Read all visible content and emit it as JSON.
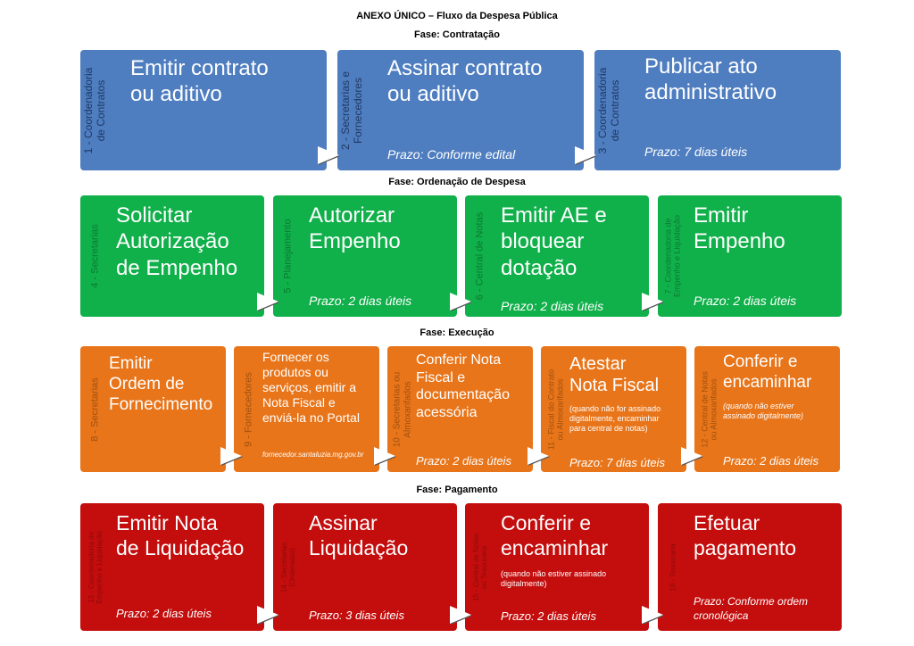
{
  "title": "ANEXO ÚNICO – Fluxo da Despesa Pública",
  "phases": {
    "contratacao": "Fase: Contratação",
    "ordenacao": "Fase: Ordenação de Despesa",
    "execucao": "Fase: Execução",
    "pagamento": "Fase: Pagamento"
  },
  "colors": {
    "contratacao": "#4f7ec0",
    "ordenacao": "#10b04a",
    "execucao": "#e8751a",
    "pagamento": "#c40d0d"
  },
  "steps": {
    "s1": {
      "actor": "1 - Coordenadoria\nde Contratos",
      "text": "Emitir contrato\nou aditivo",
      "prazo": ""
    },
    "s2": {
      "actor": "2 - Secretarias e\nFornecedores",
      "text": "Assinar contrato\nou aditivo",
      "prazo": "Prazo: Conforme edital"
    },
    "s3": {
      "actor": "3 - Coordenadoria\nde Contratos",
      "text": "Publicar ato\nadministrativo",
      "prazo": "Prazo: 7 dias úteis"
    },
    "s4": {
      "actor": "4 - Secretarias",
      "text": "Solicitar\nAutorização\nde Empenho",
      "prazo": ""
    },
    "s5": {
      "actor": "5 - Planejamento",
      "text": "Autorizar\nEmpenho",
      "prazo": "Prazo: 2 dias úteis"
    },
    "s6": {
      "actor": "6 - Central de Notas",
      "text": "Emitir AE e\nbloquear\ndotação",
      "prazo": "Prazo: 2 dias úteis"
    },
    "s7": {
      "actor": "7 - Coordenadoria de\nEmpenho e Liquidação",
      "text": "Emitir\nEmpenho",
      "prazo": "Prazo: 2 dias úteis"
    },
    "s8": {
      "actor": "8 - Secretarias",
      "text": "Emitir\nOrdem de\nFornecimento",
      "prazo": ""
    },
    "s9": {
      "actor": "9 - Fornecedores",
      "text": "Fornecer os\nprodutos ou\nserviços, emitir a\nNota Fiscal e\nenviá-la no Portal",
      "prazo": "",
      "note": "fornecedor.santaluzia.mg.gov.br"
    },
    "s10": {
      "actor": "10 - Secretarias ou\nAlmoxarifados",
      "text": "Conferir Nota\nFiscal e\ndocumentação\nacessória",
      "prazo": "Prazo: 2 dias úteis"
    },
    "s11": {
      "actor": "11 - Fiscal do Contrato\nou Almoxarifados",
      "text": "Atestar\nNota Fiscal",
      "prazo": "Prazo: 7 dias úteis",
      "note": "(quando não for assinado\ndigitalmente, encaminhar\npara central de notas)"
    },
    "s12": {
      "actor": "12 - Central de Notas\nou Almoxarifados",
      "text": "Conferir e\nencaminhar",
      "prazo": "Prazo: 2 dias úteis",
      "note": "(quando não estiver\nassinado digitalmente)"
    },
    "s13": {
      "actor": "13 - Coordenadoria de\nEmpenho e Liquidação",
      "text": "Emitir Nota\nde Liquidação",
      "prazo": "Prazo: 2 dias úteis"
    },
    "s14": {
      "actor": "14 - Secretarias\n(Ordenador)",
      "text": "Assinar\nLiquidação",
      "prazo": "Prazo: 3 dias úteis"
    },
    "s15": {
      "actor": "15 - Central de Notas\nou Tesouraria",
      "text": "Conferir e\nencaminhar",
      "prazo": "Prazo: 2 dias úteis",
      "note": "(quando não estiver assinado\ndigitalmente)"
    },
    "s16": {
      "actor": "16 - Tesouraria",
      "text": "Efetuar\npagamento",
      "prazo": "Prazo: Conforme ordem\ncronológica"
    }
  }
}
